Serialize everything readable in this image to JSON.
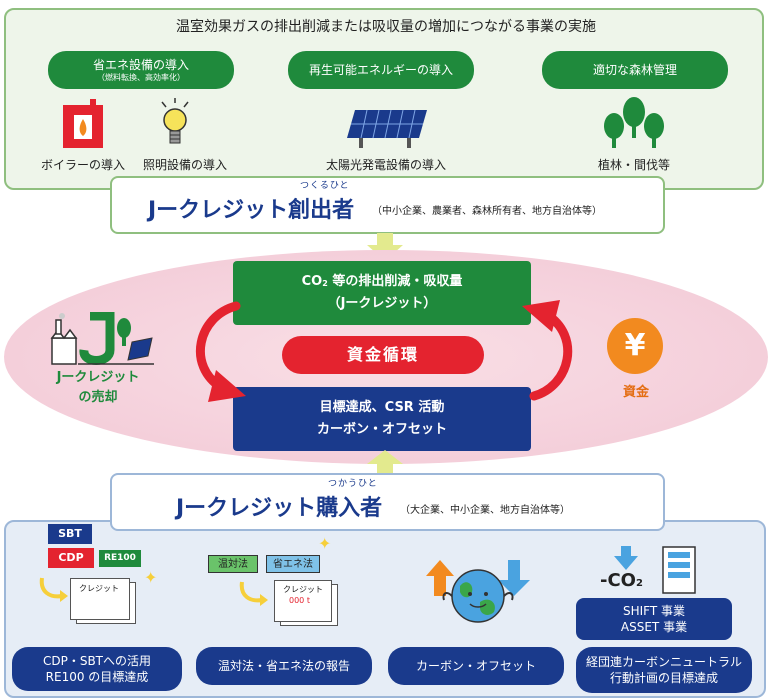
{
  "top": {
    "title": "温室効果ガスの排出削減または吸収量の増加につながる事業の実施",
    "categories": [
      {
        "label": "省エネ設備の導入",
        "sub": "（燃料転換、高効率化）"
      },
      {
        "label": "再生可能エネルギーの導入",
        "sub": ""
      },
      {
        "label": "適切な森林管理",
        "sub": ""
      }
    ],
    "examples": [
      "ボイラーの導入",
      "照明設備の導入",
      "太陽光発電設備の導入",
      "植林・間伐等"
    ]
  },
  "creator": {
    "title": "Jークレジット創出者",
    "ruby": "つくるひと",
    "note": "（中小企業、農業者、森林所有者、地方自治体等）"
  },
  "flow": {
    "green_box": {
      "line1_prefix": "CO",
      "line1_sub": "2",
      "line1_suffix": " 等の排出削減・吸収量",
      "line2": "（Jークレジット）"
    },
    "fund_cycle": "資金循環",
    "navy_box": {
      "line1": "目標達成、CSR 活動",
      "line2": "カーボン・オフセット"
    },
    "sell_label_line1": "Jークレジット",
    "sell_label_line2": "の売却",
    "yen_symbol": "¥",
    "fund_label": "資金"
  },
  "buyer": {
    "title": "Jークレジット購入者",
    "ruby": "つかうひと",
    "note": "（大企業、中小企業、地方自治体等）"
  },
  "bottom": {
    "tags": {
      "sbt": "SBT",
      "cdp": "CDP",
      "re100": "RE100",
      "ontaiho": "温対法",
      "shoene": "省エネ法"
    },
    "doc_label": "クレジット",
    "doc_amount": "000 t",
    "co2_prefix": "-CO",
    "co2_sub": "2",
    "pills": [
      {
        "line1": "CDP・SBTへの活用",
        "line2": "RE100 の目標達成"
      },
      {
        "line1": "温対法・省エネ法の報告",
        "line2": ""
      },
      {
        "line1": "カーボン・オフセット",
        "line2": ""
      },
      {
        "line1": "SHIFT 事業",
        "line2": "ASSET 事業"
      },
      {
        "line1": "経団連カーボンニュートラル",
        "line2": "行動計画の目標達成"
      }
    ]
  },
  "colors": {
    "green": "#1f8a3c",
    "navy": "#1a3a8c",
    "red": "#e4232f",
    "orange": "#f28a1f",
    "pink": "#f5d1dc"
  },
  "icons": [
    "boiler-icon",
    "lightbulb-icon",
    "solar-panel-icon",
    "trees-icon",
    "j-credit-town-icon",
    "yen-icon",
    "globe-icon",
    "document-icon",
    "building-icon"
  ]
}
